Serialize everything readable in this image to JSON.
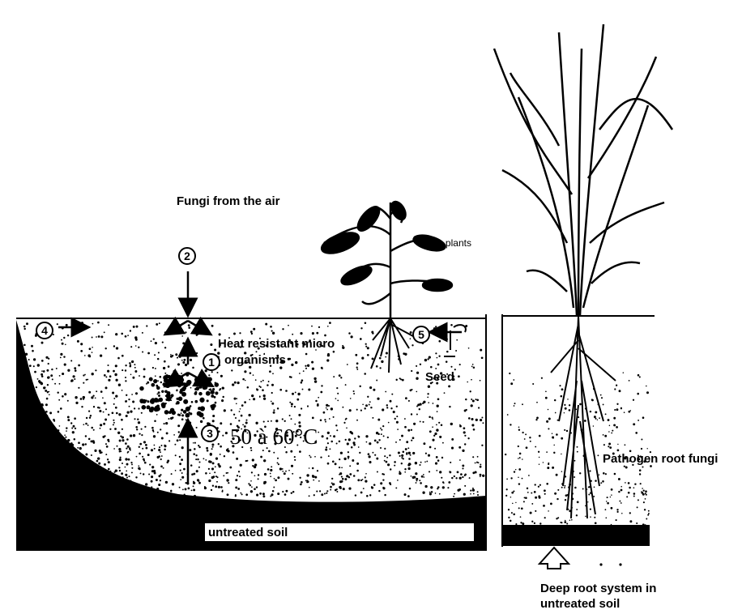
{
  "labels": {
    "fungi_air": "Fungi from the air",
    "young_plants": "Young plants",
    "heat_resistant_1": "Heat resistant micro",
    "heat_resistant_2": "organisms",
    "seed": "Seed",
    "temperature": "50 à 60°C",
    "pathogen": "Pathogen root fungi",
    "untreated": "untreated soil",
    "deep_root_1": "Deep root system in",
    "deep_root_2": "untreated soil"
  },
  "markers": {
    "m1": "1",
    "m2": "2",
    "m3": "3",
    "m4": "4",
    "m5": "5"
  },
  "colors": {
    "ink": "#000000",
    "paper": "#ffffff"
  }
}
